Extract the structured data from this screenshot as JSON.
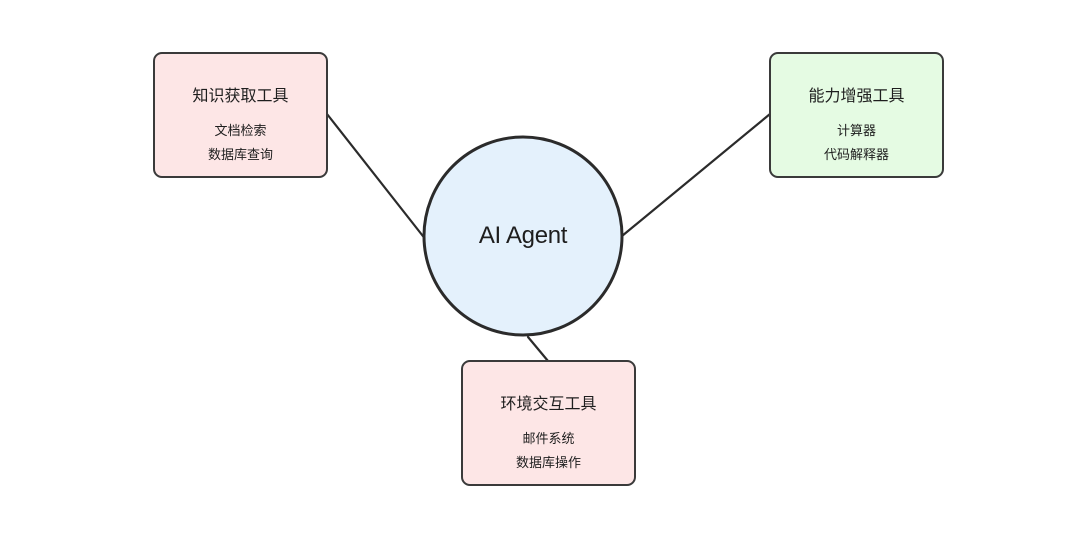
{
  "center": {
    "label": "AI Agent",
    "fill_color": "#e4f1fc"
  },
  "nodes": [
    {
      "id": "knowledge",
      "title": "知识获取工具",
      "items": [
        "文档检索",
        "数据库查询"
      ],
      "fill_color": "#fde6e6"
    },
    {
      "id": "capability",
      "title": "能力增强工具",
      "items": [
        "计算器",
        "代码解释器"
      ],
      "fill_color": "#e5fbe3"
    },
    {
      "id": "environment",
      "title": "环境交互工具",
      "items": [
        "邮件系统",
        "数据库操作"
      ],
      "fill_color": "#fde6e6"
    }
  ]
}
